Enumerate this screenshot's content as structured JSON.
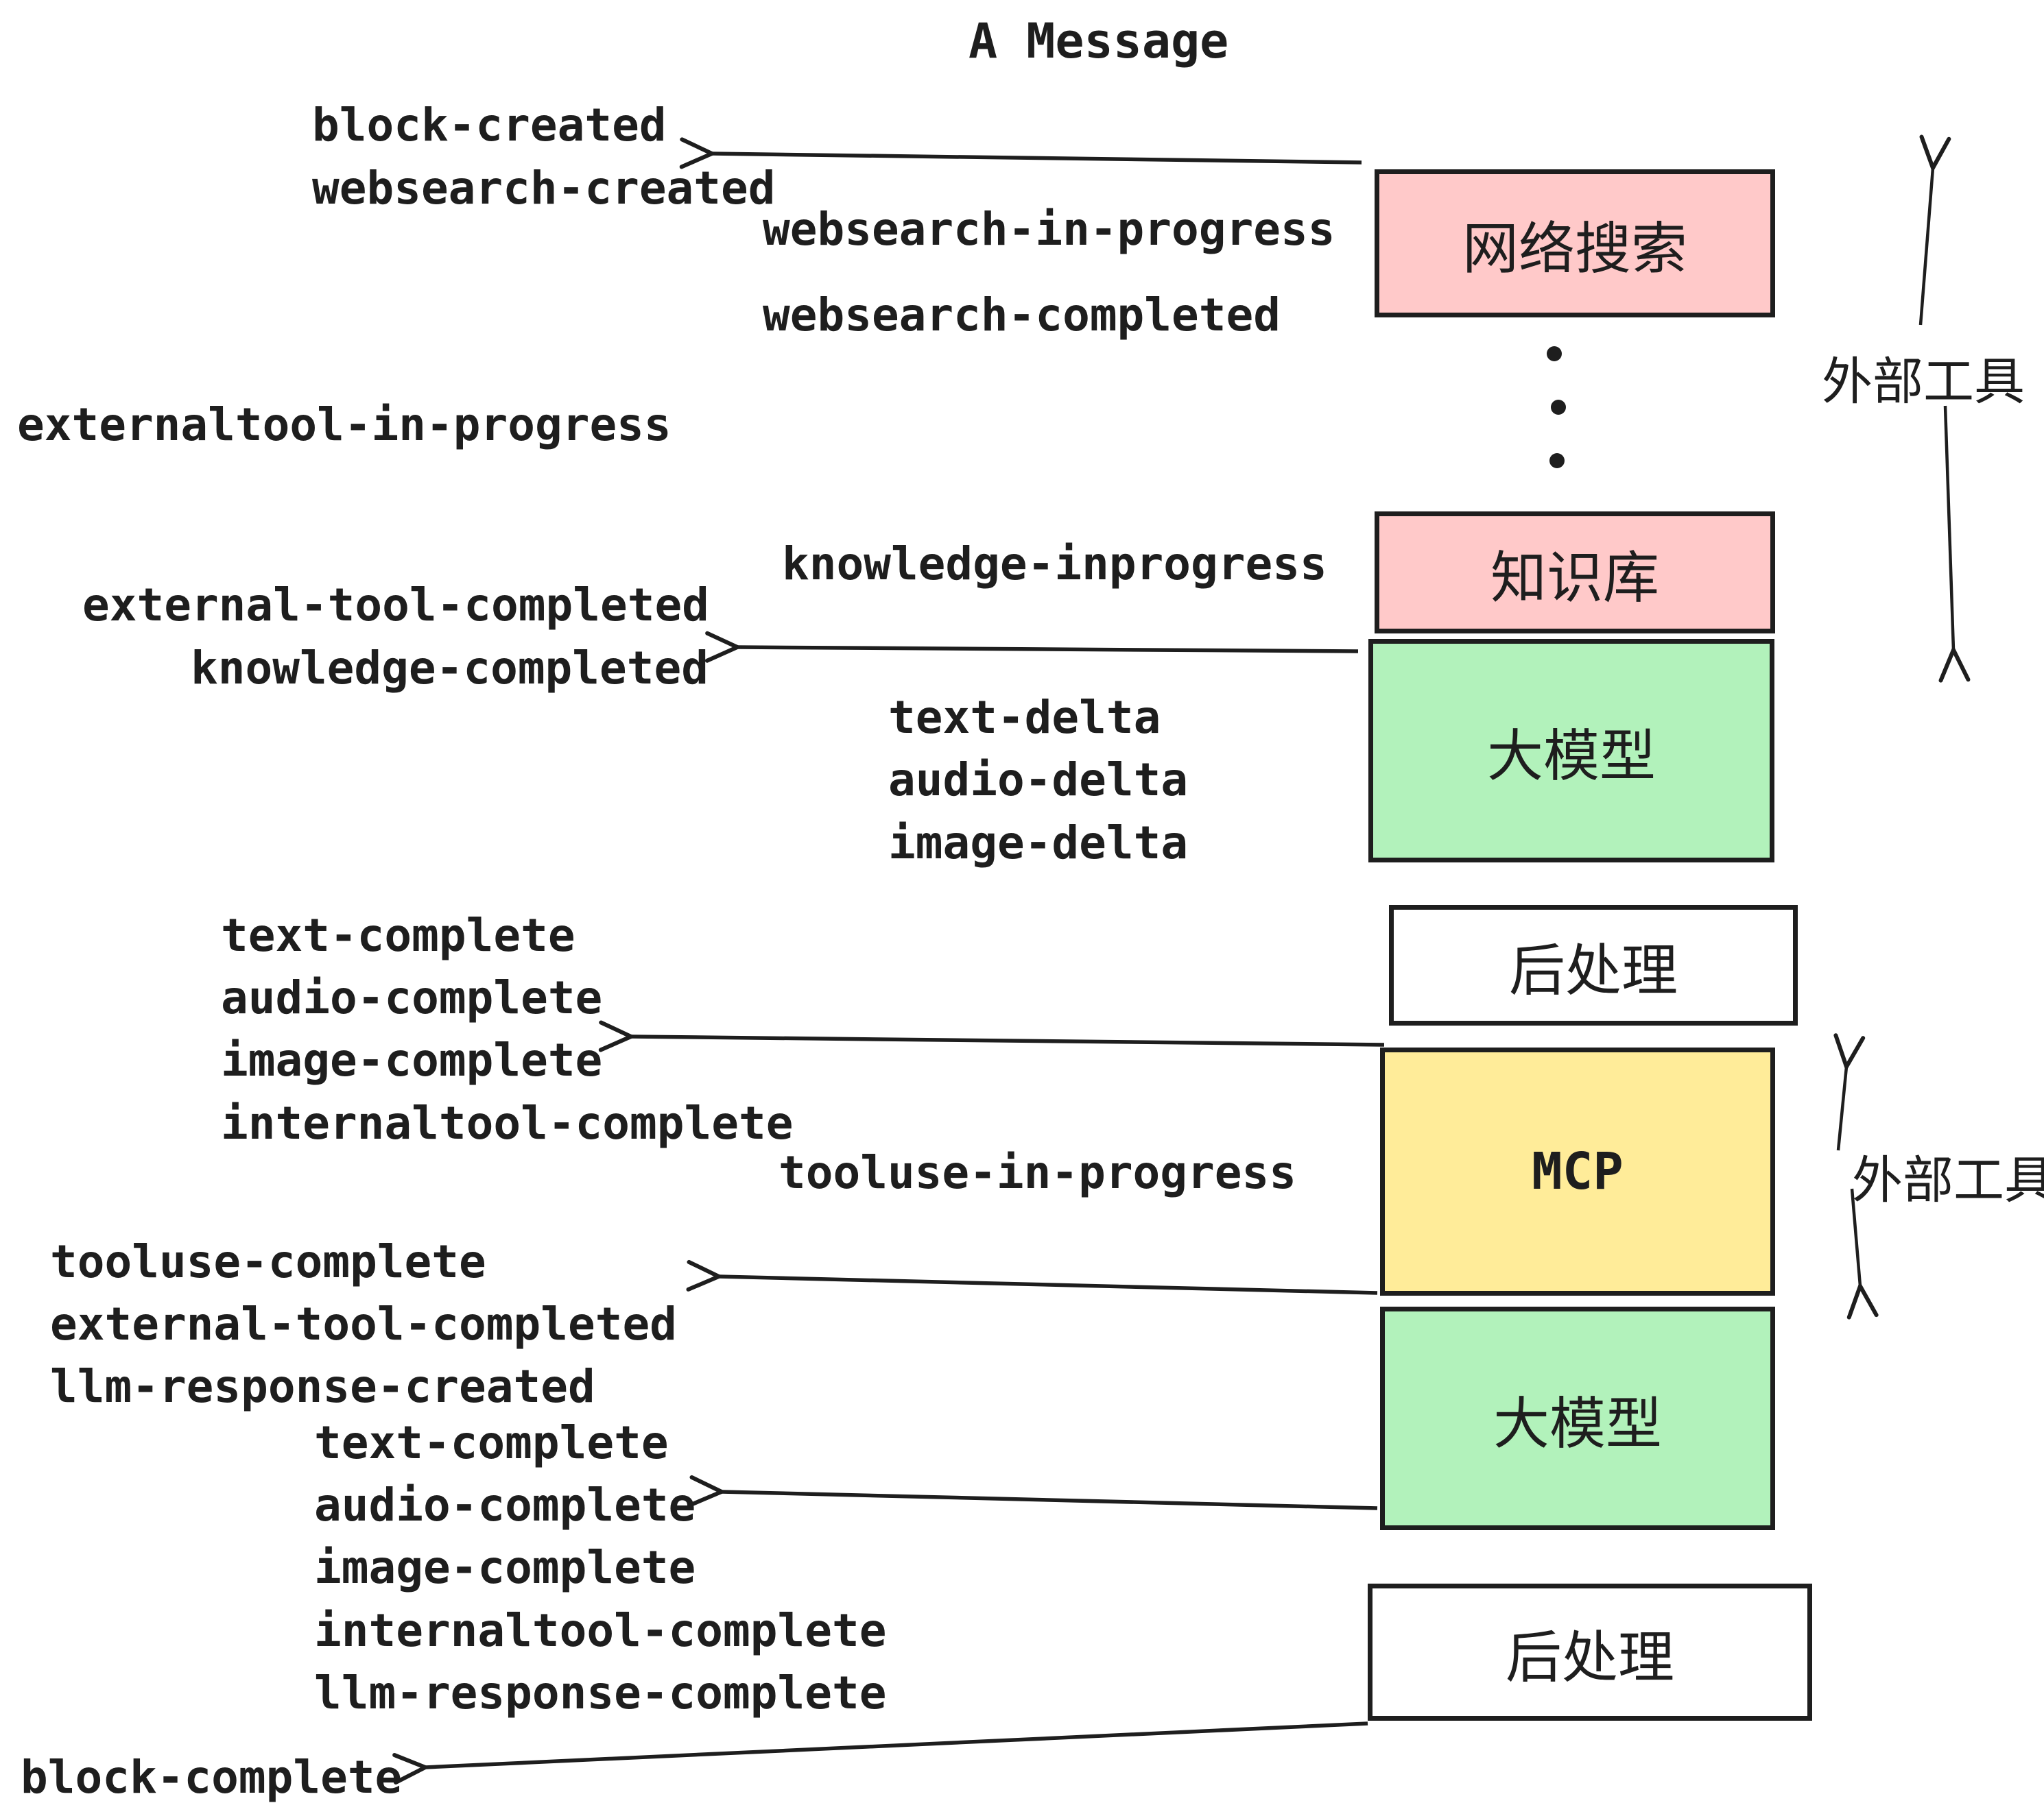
{
  "title": "A Message",
  "colors": {
    "bg": "#ffffff",
    "stroke": "#1e1e1e",
    "pink": "#ffc9c9",
    "green": "#b2f2bb",
    "yellow": "#ffec99"
  },
  "events": [
    {
      "label": "block-created"
    },
    {
      "label": "websearch-created"
    },
    {
      "label": "websearch-in-progress"
    },
    {
      "label": "websearch-completed"
    },
    {
      "label": "externaltool-in-progress"
    },
    {
      "label": "knowledge-inprogress"
    },
    {
      "label": "external-tool-completed"
    },
    {
      "label": "knowledge-completed"
    },
    {
      "label": "text-delta"
    },
    {
      "label": "audio-delta"
    },
    {
      "label": "image-delta"
    },
    {
      "label": "text-complete"
    },
    {
      "label": "audio-complete"
    },
    {
      "label": "image-complete"
    },
    {
      "label": "internaltool-complete"
    },
    {
      "label": "tooluse-in-progress"
    },
    {
      "label": "tooluse-complete"
    },
    {
      "label": "external-tool-completed"
    },
    {
      "label": "llm-response-created"
    },
    {
      "label": "text-complete"
    },
    {
      "label": "audio-complete"
    },
    {
      "label": "image-complete"
    },
    {
      "label": "internaltool-complete"
    },
    {
      "label": "llm-response-complete"
    },
    {
      "label": "block-complete"
    }
  ],
  "boxes": [
    {
      "label": "网络搜索"
    },
    {
      "label": "知识库"
    },
    {
      "label": "大模型"
    },
    {
      "label": "后处理"
    },
    {
      "label": "MCP"
    },
    {
      "label": "大模型"
    },
    {
      "label": "后处理"
    }
  ],
  "side_labels": [
    {
      "label": "外部工具"
    },
    {
      "label": "外部工具"
    }
  ]
}
